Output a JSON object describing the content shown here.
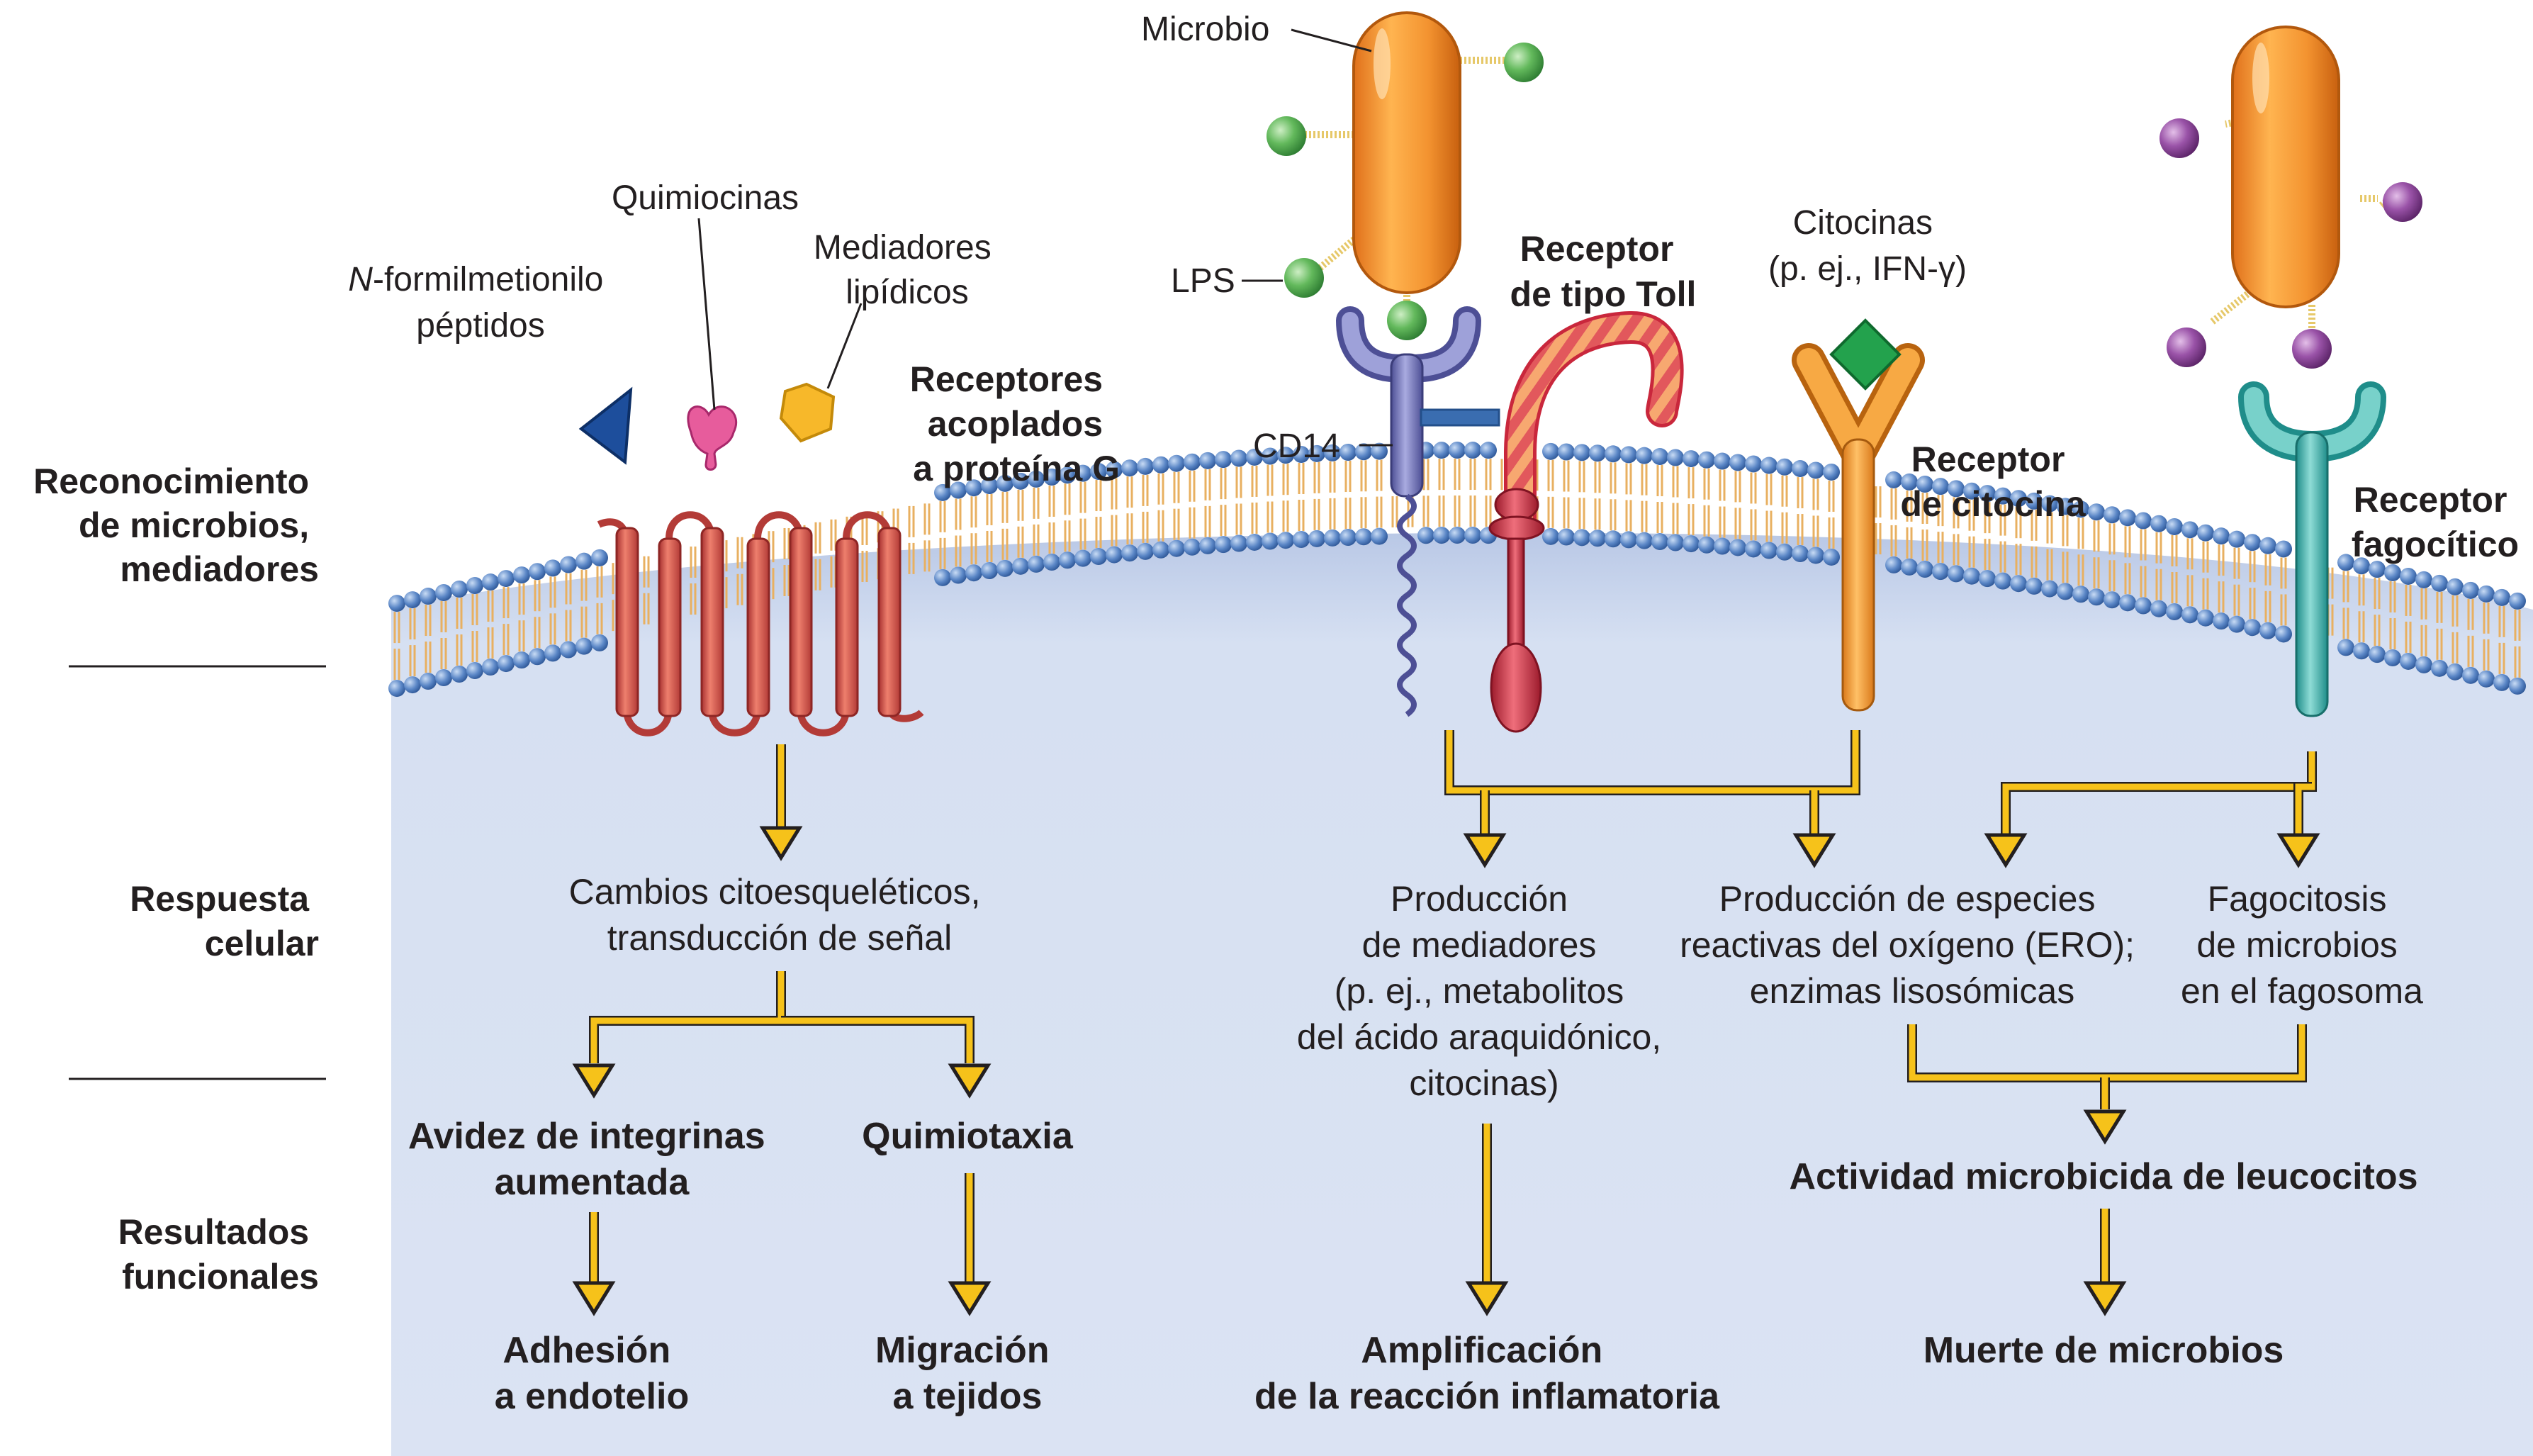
{
  "colors": {
    "cell": "#d9e2f3",
    "cell_edge": "#c4d2ec",
    "membrane_bead": "#5a86c6",
    "tail": "#e8b061",
    "arrow": "#f6c21a",
    "gpcr": "#d9534f",
    "microbe": "#f0922a",
    "lps": "#5cb85c",
    "phago_ligand": "#8e4a9a",
    "cd14": "#6c6fb0",
    "tlr": "#c9273c",
    "cytokine_receptor": "#f09a2a",
    "cytokine": "#23a24d",
    "phago_receptor": "#3ab4b0",
    "fmlp": "#1d4e9c",
    "chemokine": "#e75c9c",
    "lipid_mediator": "#f7b82a"
  },
  "row_labels": {
    "recognition": [
      "Reconocimiento",
      "de microbios,",
      "mediadores"
    ],
    "response": [
      "Respuesta",
      "celular"
    ],
    "outcomes": [
      "Resultados",
      "funcionales"
    ]
  },
  "ligands": {
    "fmlp": [
      "N",
      "-formilmetionilo",
      "péptidos"
    ],
    "chemokines": "Quimiocinas",
    "lipid_mediators": [
      "Mediadores",
      "lipídicos"
    ],
    "microbe": "Microbio",
    "lps": "LPS",
    "cytokines": [
      "Citocinas",
      "(p. ej., IFN-γ)"
    ]
  },
  "receptors": {
    "gpcr": [
      "Receptores",
      "acoplados",
      "a proteína G"
    ],
    "cd14": "CD14",
    "tlr": [
      "Receptor",
      "de tipo Toll"
    ],
    "cytokine": [
      "Receptor",
      "de citocina"
    ],
    "phagocytic": [
      "Receptor",
      "fagocítico"
    ]
  },
  "responses": {
    "cytoskeletal": [
      "Cambios citoesqueléticos,",
      "transducción de señal"
    ],
    "mediators": [
      "Producción",
      "de mediadores",
      "(p. ej., metabolitos",
      "del ácido araquidónico,",
      "citocinas)"
    ],
    "ros": [
      "Producción de especies",
      "reactivas del oxígeno (ERO);",
      "enzimas lisosómicas"
    ],
    "phagocytosis": [
      "Fagocitosis",
      "de microbios",
      "en el fagosoma"
    ]
  },
  "intermediate": {
    "integrin": [
      "Avidez de integrinas",
      "aumentada"
    ],
    "chemotaxis": "Quimiotaxia",
    "microbicidal": "Actividad microbicida de leucocitos"
  },
  "outcomes": {
    "adhesion": [
      "Adhesión",
      "a endotelio"
    ],
    "migration": [
      "Migración",
      "a tejidos"
    ],
    "amplification": [
      "Amplificación",
      "de la reacción inflamatoria"
    ],
    "killing": "Muerte de microbios"
  }
}
